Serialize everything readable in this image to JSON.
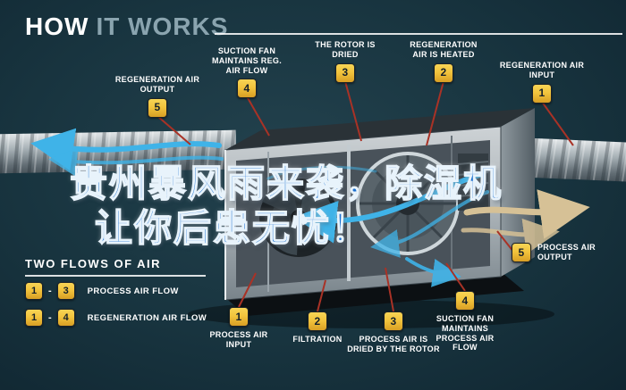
{
  "title": {
    "word1": "HOW",
    "word2": "IT WORKS"
  },
  "headline": {
    "line1": "贵州暴风雨来袭，除湿机",
    "line2": "让你后患无忧！"
  },
  "legend": {
    "heading": "TWO FLOWS OF AIR",
    "separator": "-",
    "items": [
      {
        "start": "1",
        "end": "3",
        "label": "PROCESS AIR FLOW"
      },
      {
        "start": "1",
        "end": "4",
        "label": "REGENERATION AIR FLOW"
      }
    ]
  },
  "callouts": {
    "top": [
      {
        "num": "5",
        "text": "REGENERATION AIR OUTPUT"
      },
      {
        "num": "4",
        "text": "SUCTION FAN MAINTAINS REG. AIR FLOW"
      },
      {
        "num": "3",
        "text": "THE ROTOR IS DRIED"
      },
      {
        "num": "2",
        "text": "REGENERATION AIR IS HEATED"
      },
      {
        "num": "1",
        "text": "REGENERATION AIR INPUT"
      }
    ],
    "bottom": [
      {
        "num": "1",
        "text": "PROCESS AIR INPUT"
      },
      {
        "num": "2",
        "text": "FILTRATION"
      },
      {
        "num": "3",
        "text": "PROCESS AIR IS DRIED BY THE ROTOR"
      },
      {
        "num": "4",
        "text": "SUCTION FAN MAINTAINS PROCESS AIR FLOW"
      },
      {
        "num": "5",
        "text": "PROCESS AIR OUTPUT"
      }
    ]
  },
  "colors": {
    "background": "#16323E",
    "badge_yellow": "#F2C43D",
    "leader_red": "#A93226",
    "flow_blue": "#3FB3E8",
    "flow_tan": "#D6C196",
    "headline_blue": "#1A6FD0"
  }
}
